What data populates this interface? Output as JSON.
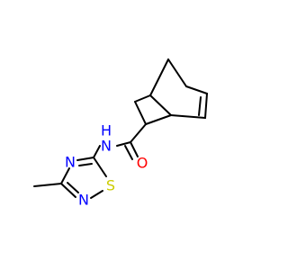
{
  "molecule": {
    "atoms": [
      {
        "id": "N_amide",
        "symbol": "N",
        "hydrogen": "H",
        "color": "#0000FF"
      },
      {
        "id": "O_carbonyl",
        "symbol": "O",
        "color": "#FF0000"
      },
      {
        "id": "S_ring",
        "symbol": "S",
        "color": "#CCCC00"
      },
      {
        "id": "N_ring_upper",
        "symbol": "N",
        "color": "#0000FF"
      },
      {
        "id": "N_ring_lower",
        "symbol": "N",
        "color": "#0000FF"
      }
    ],
    "bond_color": "#000000"
  }
}
